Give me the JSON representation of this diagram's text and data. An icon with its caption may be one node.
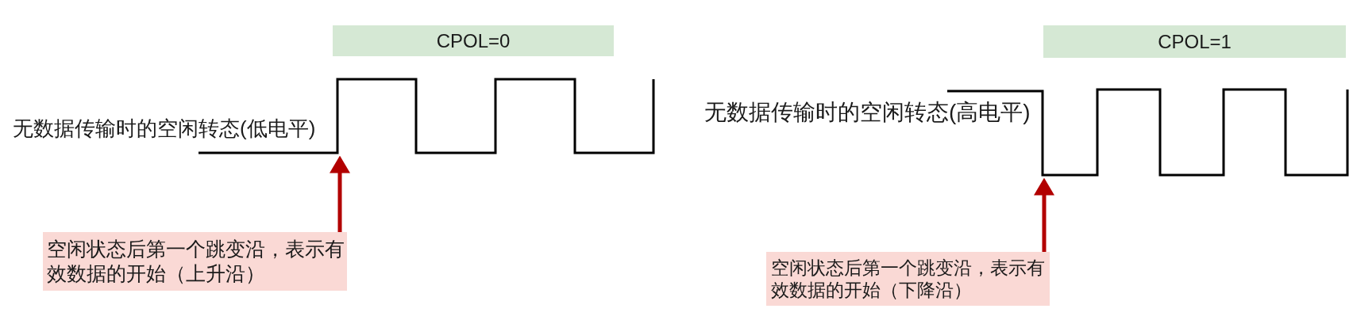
{
  "diagram": {
    "nodes": [
      {
        "text": [
          "CPOL=0"
        ]
      },
      {
        "text": [],
        "shape": "picture",
        "beside": [
          "无数据传输时的空闲转态(低电平)"
        ]
      },
      {
        "text": [
          "空闲状态后第一个跳变沿，表示有效数据的开始（上升沿）"
        ]
      },
      {
        "text": [
          "CPOL=1"
        ]
      },
      {
        "text": [],
        "shape": "picture",
        "beside": [
          "无数据传输时的空闲转态(高电平)"
        ]
      },
      {
        "text": [
          "空闲状态后第一个跳变沿，表示有效数据的开始（下降沿）"
        ]
      }
    ],
    "edges": [
      {
        "from": 2,
        "to": 1,
        "arrow": "to"
      },
      {
        "from": 5,
        "to": 4,
        "arrow": "to"
      }
    ]
  }
}
